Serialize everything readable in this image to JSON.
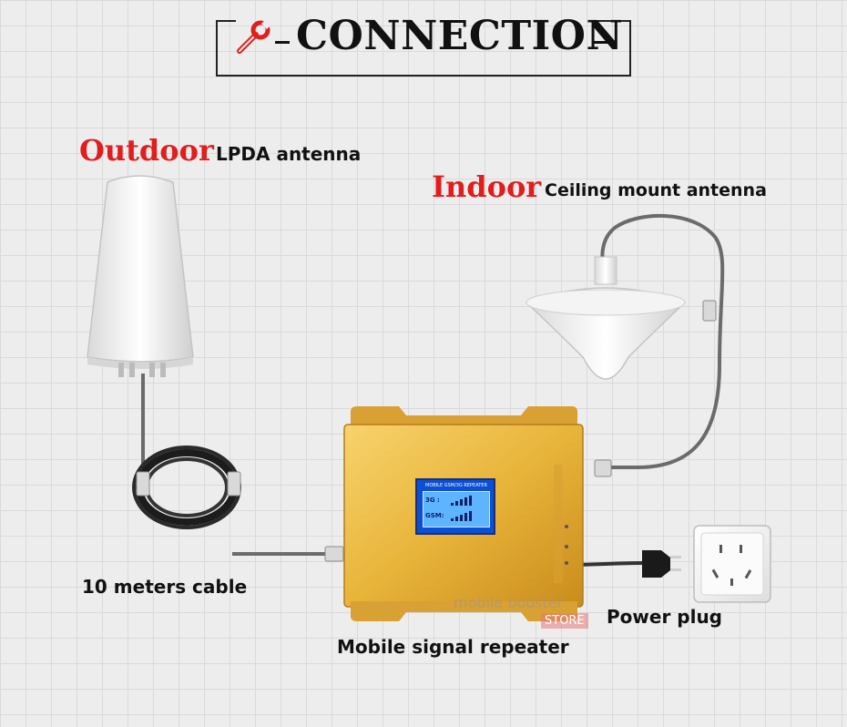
{
  "title": "CONNECTION",
  "outdoor": {
    "highlight": "Outdoor",
    "description": "LPDA antenna"
  },
  "indoor": {
    "highlight": "Indoor",
    "description": "Ceiling mount antenna"
  },
  "cable": {
    "label": "10 meters cable"
  },
  "repeater": {
    "label": "Mobile signal repeater",
    "screen_title": "MOBILE GSM/3G REPEATER",
    "row_3g": "3G :",
    "row_gsm": "GSM:"
  },
  "power": {
    "label": "Power plug"
  },
  "watermark": {
    "brand": "mobile booster",
    "store": "STORE"
  },
  "colors": {
    "accent_red": "#e11d1d",
    "repeater_gold": "#e8b43a",
    "screen_blue": "#0b4fd6"
  }
}
